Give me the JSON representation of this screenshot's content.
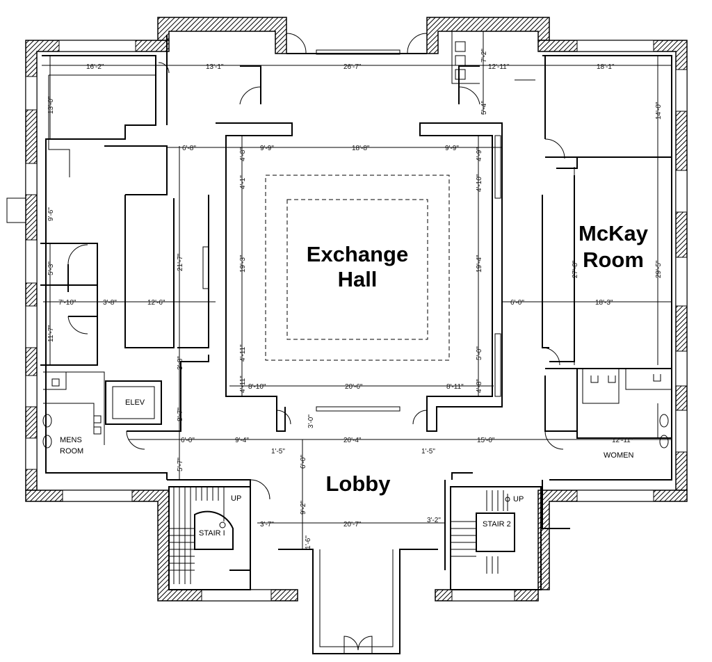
{
  "rooms": {
    "exchange_hall": [
      "Exchange",
      "Hall"
    ],
    "mckay_room": [
      "McKay",
      "Room"
    ],
    "lobby": "Lobby",
    "elev": "ELEV",
    "mens_room": [
      "MENS",
      "ROOM"
    ],
    "women": "WOMEN",
    "stair1": "STAIR I",
    "stair2": "STAIR 2",
    "up1": "UP",
    "up2": "UP"
  },
  "dimensions": {
    "top_16_2": "16'-2\"",
    "top_13_1": "13'-1\"",
    "top_26_7": "26'-7\"",
    "top_12_11": "12'-11\"",
    "top_18_1": "18'-1\"",
    "v_7_2": "7'-2\"",
    "v_13_0": "13'-0\"",
    "v_5_4": "5'-4\"",
    "v_14_0": "14'-0\"",
    "h_6_8": "6'-8\"",
    "h_9_9_left": "9'-9\"",
    "h_18_8": "18'-8\"",
    "h_9_9_right": "9'-9\"",
    "v_9_6": "9'-6\"",
    "v_4_8": "4'-8\"",
    "v_4_1": "4'-1\"",
    "v_4_9": "4'-9\"",
    "v_4_10": "4'-10\"",
    "v_21_7": "21'-7\"",
    "v_19_3": "19'-3\"",
    "v_19_4": "19'-4\"",
    "v_27_8": "27'-8\"",
    "v_29_5": "29'-5\"",
    "v_5_3": "5'-3\"",
    "h_7_10": "7'-10\"",
    "h_3_8": "3'-8\"",
    "h_12_6": "12'-6\"",
    "h_6_0_right": "6'-0\"",
    "h_18_3": "18'-3\"",
    "v_11_7": "11'-7\"",
    "v_4_11": "4'-11\"",
    "v_5_0": "5'-0\"",
    "v_3_8": "3'-8\"",
    "v_4_11_b": "4'-11\"",
    "v_4_8_b": "4'-8\"",
    "h_8_10": "8'-10\"",
    "h_20_6": "20'-6\"",
    "h_8_11": "8'-11\"",
    "v_8_7": "8'-7\"",
    "v_3_0": "3'-0\"",
    "h_6_0_left": "6'-0\"",
    "h_9_4": "9'-4\"",
    "h_20_4": "20'-4\"",
    "h_15_0": "15'-0\"",
    "h_12_11_w": "12'-11\"",
    "h_1_5_left": "1'-5\"",
    "h_1_5_right": "1'-5\"",
    "v_6_0": "6'-0\"",
    "v_5_7": "5'-7\"",
    "v_9_2": "9'-2\"",
    "h_3_7": "3'-7\"",
    "h_20_7": "20'-7\"",
    "h_3_2": "3'-2\"",
    "v_1_6": "1'-6\""
  }
}
